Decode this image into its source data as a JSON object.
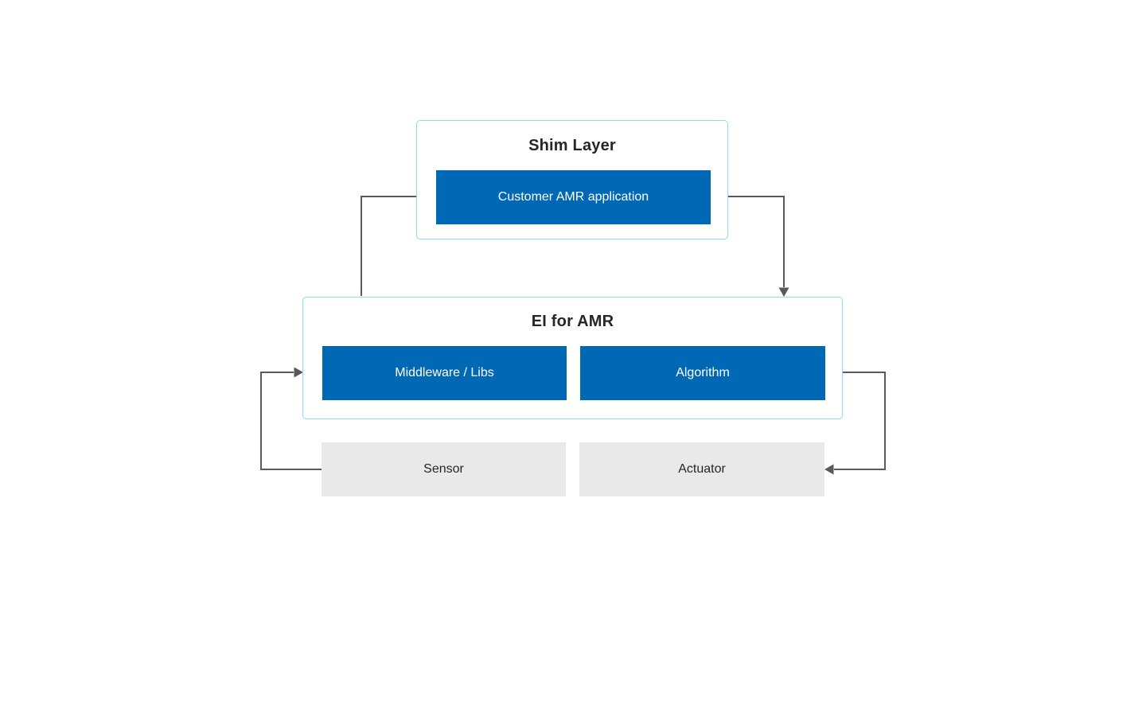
{
  "shim_layer": {
    "title": "Shim Layer",
    "blocks": {
      "customer_app": "Customer AMR application"
    }
  },
  "ei_for_amr": {
    "title": "EI for AMR",
    "blocks": {
      "middleware": "Middleware / Libs",
      "algorithm": "Algorithm"
    }
  },
  "hardware": {
    "sensor": "Sensor",
    "actuator": "Actuator"
  },
  "colors": {
    "accent_blue": "#0068b5",
    "container_border_cyan": "#8adcf0",
    "hardware_gray": "#e9e9e9",
    "arrow_gray": "#58595b",
    "title_text": "#262626",
    "block_text_light": "#ffffff"
  }
}
